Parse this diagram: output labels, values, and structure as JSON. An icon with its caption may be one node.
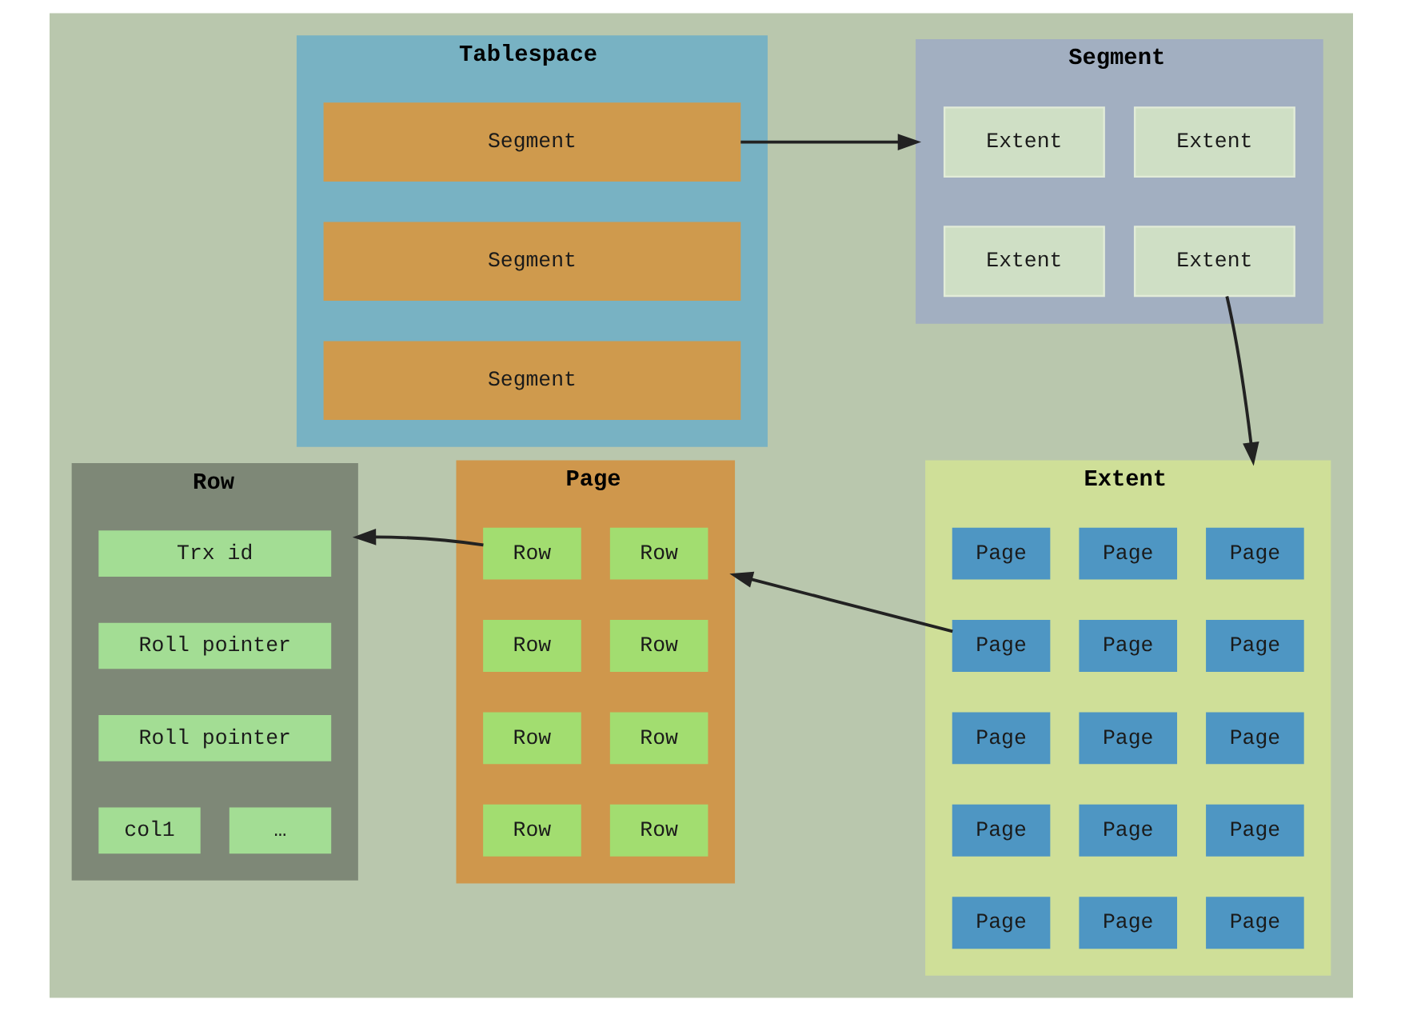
{
  "diagram": {
    "nodes": [
      {
        "text": [
          "Tablespace"
        ]
      },
      {
        "text": [
          "Segment"
        ],
        "in": 0
      },
      {
        "text": [
          "Segment"
        ],
        "in": 0
      },
      {
        "text": [
          "Segment"
        ],
        "in": 0
      },
      {
        "text": [
          "Segment"
        ]
      },
      {
        "text": [
          "Extent"
        ],
        "in": 4
      },
      {
        "text": [
          "Extent"
        ],
        "in": 4
      },
      {
        "text": [
          "Extent"
        ],
        "in": 4
      },
      {
        "text": [
          "Extent"
        ],
        "in": 4
      },
      {
        "text": [
          "Extent"
        ]
      },
      {
        "text": [
          "Page"
        ],
        "in": 9
      },
      {
        "text": [
          "Page"
        ],
        "in": 9
      },
      {
        "text": [
          "Page"
        ],
        "in": 9
      },
      {
        "text": [
          "Page"
        ],
        "in": 9
      },
      {
        "text": [
          "Page"
        ],
        "in": 9
      },
      {
        "text": [
          "Page"
        ],
        "in": 9
      },
      {
        "text": [
          "Page"
        ],
        "in": 9
      },
      {
        "text": [
          "Page"
        ],
        "in": 9
      },
      {
        "text": [
          "Page"
        ],
        "in": 9
      },
      {
        "text": [
          "Page"
        ],
        "in": 9
      },
      {
        "text": [
          "Page"
        ],
        "in": 9
      },
      {
        "text": [
          "Page"
        ],
        "in": 9
      },
      {
        "text": [
          "Page"
        ],
        "in": 9
      },
      {
        "text": [
          "Page"
        ],
        "in": 9
      },
      {
        "text": [
          "Page"
        ],
        "in": 9
      },
      {
        "text": [
          "Row"
        ]
      },
      {
        "text": [
          "Trx id"
        ],
        "in": 25
      },
      {
        "text": [
          "Roll pointer"
        ],
        "in": 25
      },
      {
        "text": [
          "Roll pointer"
        ],
        "in": 25
      },
      {
        "text": [
          "col1"
        ],
        "in": 25
      },
      {
        "text": [
          "…"
        ],
        "in": 25
      },
      {
        "text": [
          "Page"
        ]
      },
      {
        "text": [
          "Row"
        ],
        "in": 31
      },
      {
        "text": [
          "Row"
        ],
        "in": 31
      },
      {
        "text": [
          "Row"
        ],
        "in": 31
      },
      {
        "text": [
          "Row"
        ],
        "in": 31
      },
      {
        "text": [
          "Row"
        ],
        "in": 31
      },
      {
        "text": [
          "Row"
        ],
        "in": 31
      },
      {
        "text": [
          "Row"
        ],
        "in": 31
      },
      {
        "text": [
          "Row"
        ],
        "in": 31
      }
    ],
    "edges": [
      {
        "from": 1,
        "to": 4,
        "arrow": "to"
      },
      {
        "from": 8,
        "to": 9,
        "arrow": "to"
      },
      {
        "from": 13,
        "to": 31,
        "arrow": "to"
      },
      {
        "from": 32,
        "to": 25,
        "arrow": "to"
      }
    ]
  }
}
